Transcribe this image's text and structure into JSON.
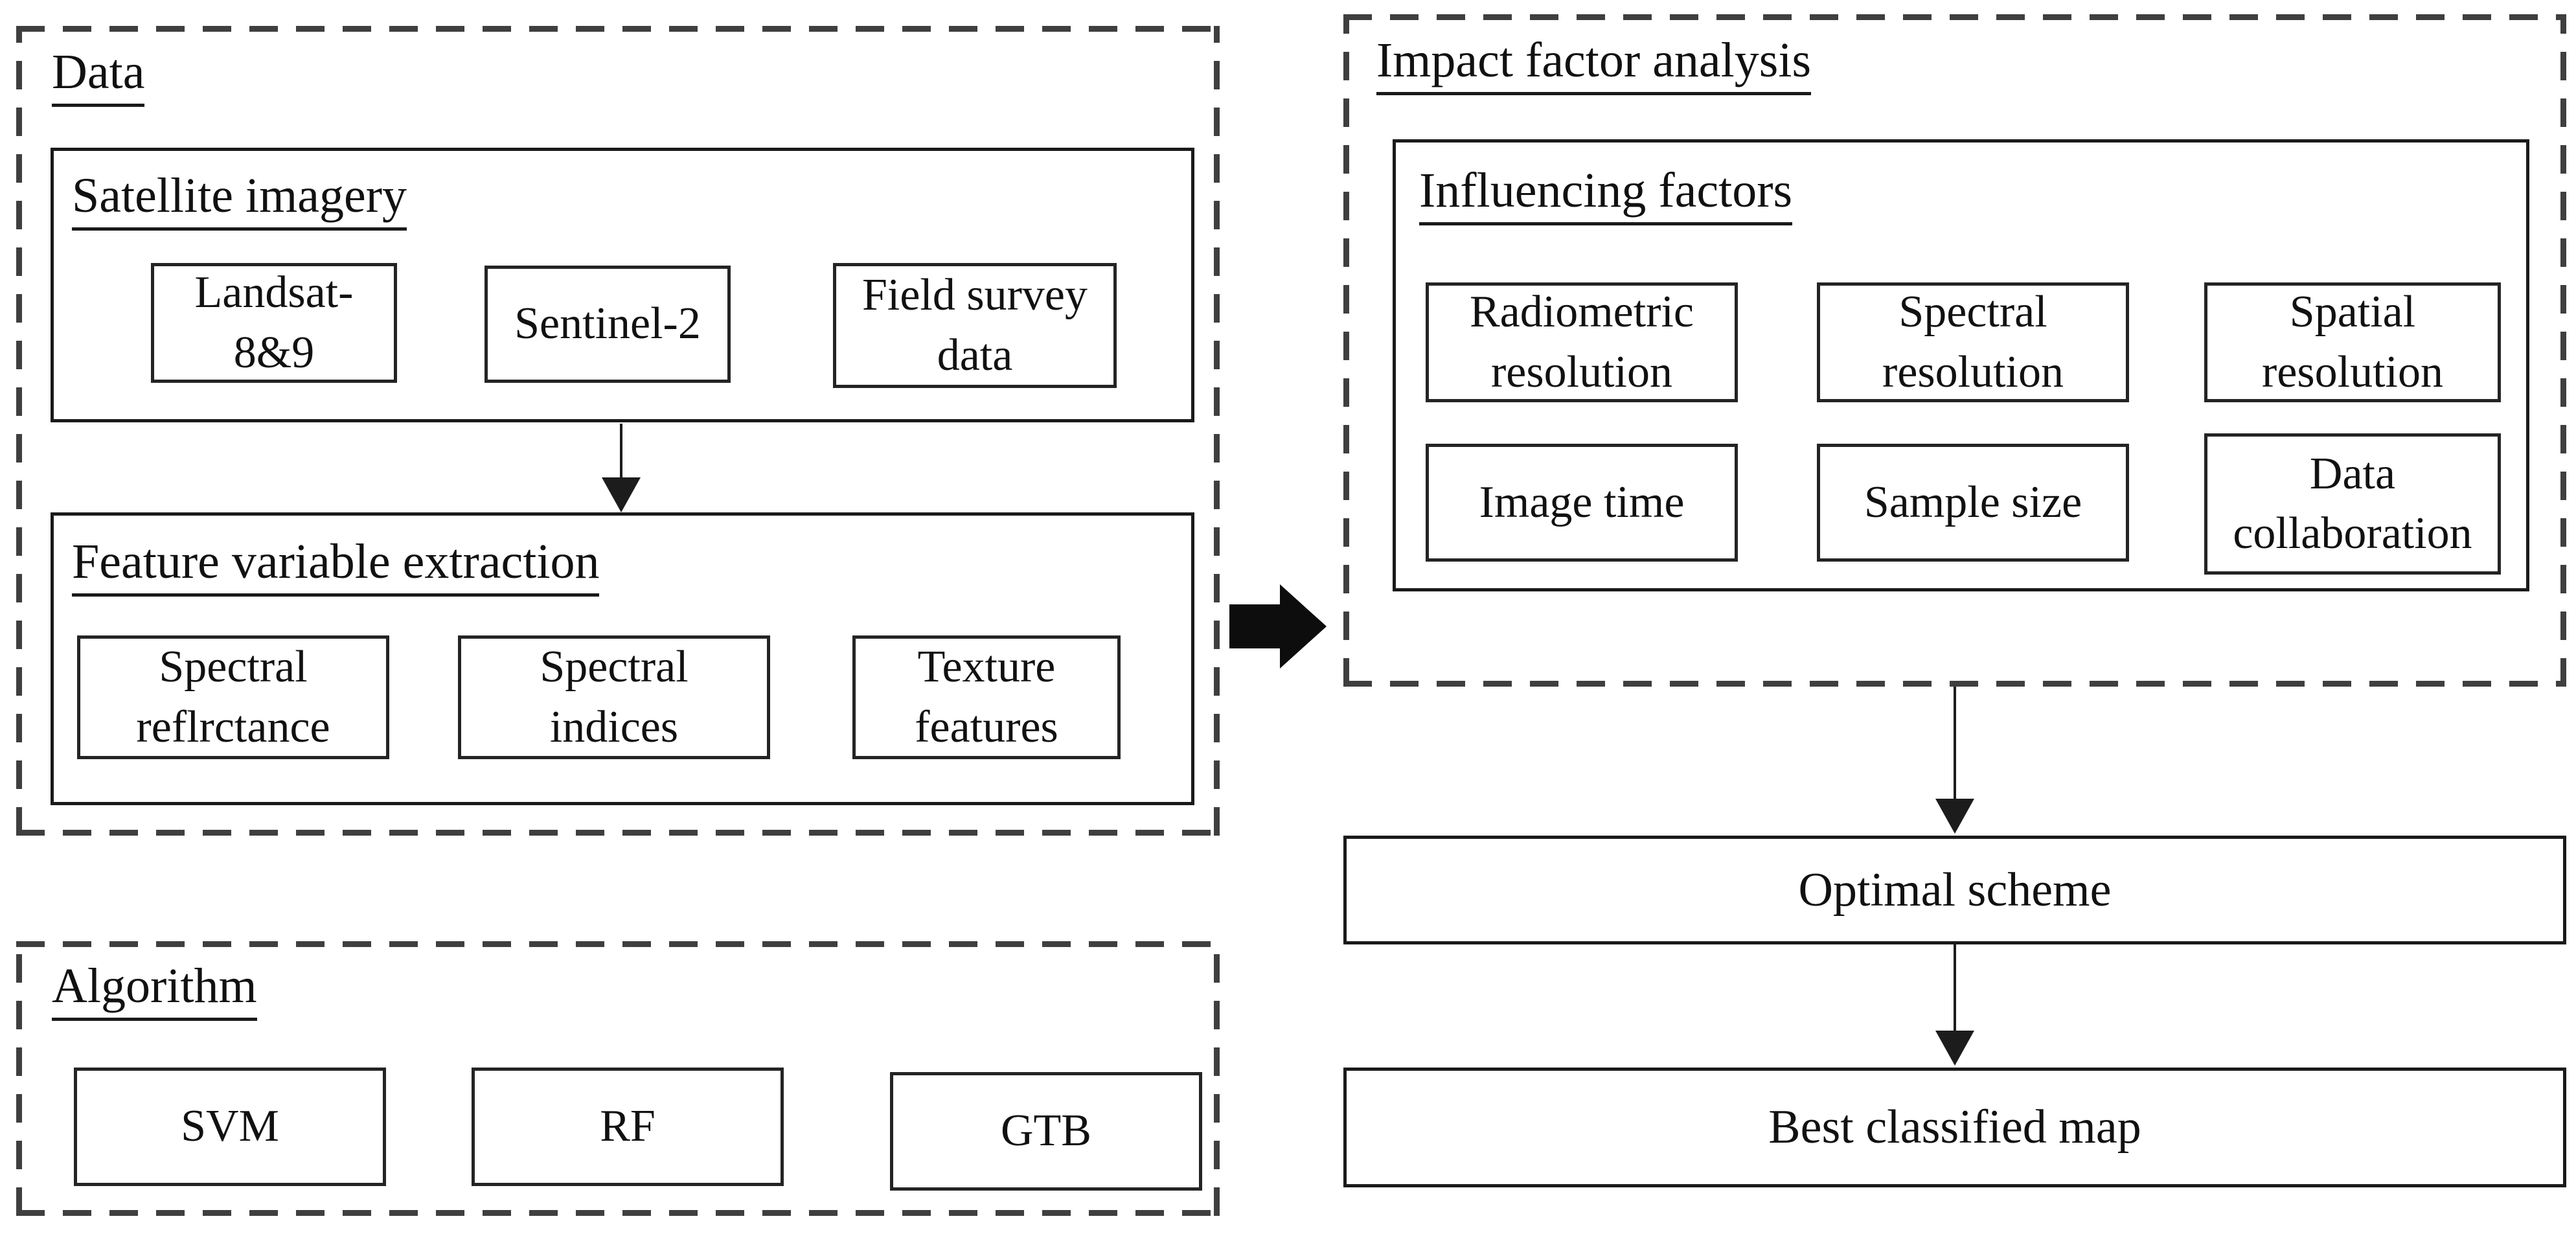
{
  "colors": {
    "line": "#1a1a1a",
    "dash": "#3f3f3f",
    "text": "#111111",
    "arrow": "#0d0d0d",
    "background": "#ffffff"
  },
  "data_section": {
    "title": "Data",
    "satellite_group": {
      "title": "Satellite imagery",
      "items": [
        {
          "label": "Landsat-\n8&9"
        },
        {
          "label": "Sentinel-2"
        },
        {
          "label": "Field survey\ndata"
        }
      ]
    },
    "feature_group": {
      "title": "Feature variable extraction",
      "items": [
        {
          "label": "Spectral\nreflrctance"
        },
        {
          "label": "Spectral\nindices"
        },
        {
          "label": "Texture\nfeatures"
        }
      ]
    }
  },
  "algorithm_section": {
    "title": "Algorithm",
    "items": [
      {
        "label": "SVM"
      },
      {
        "label": "RF"
      },
      {
        "label": "GTB"
      }
    ]
  },
  "impact_section": {
    "title": "Impact factor analysis",
    "influencing_group": {
      "title": "Influencing factors",
      "row1": [
        {
          "label": "Radiometric\nresolution"
        },
        {
          "label": "Spectral\nresolution"
        },
        {
          "label": "Spatial\nresolution"
        }
      ],
      "row2": [
        {
          "label": "Image time"
        },
        {
          "label": "Sample size"
        },
        {
          "label": "Data\ncollaboration"
        }
      ]
    }
  },
  "outputs": {
    "optimal_scheme": "Optimal scheme",
    "best_classified_map": "Best classified map"
  }
}
